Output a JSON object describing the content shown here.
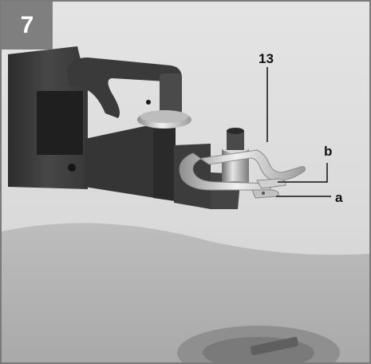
{
  "figure": {
    "number": "7"
  },
  "callouts": {
    "part_13": "13",
    "part_b": "b",
    "part_a": "a"
  },
  "colors": {
    "badge": "#7f7f7f",
    "background": "#d9d9d9",
    "machine_body": "#3f3f3f",
    "clamp_metal": "#c8c8c8"
  }
}
